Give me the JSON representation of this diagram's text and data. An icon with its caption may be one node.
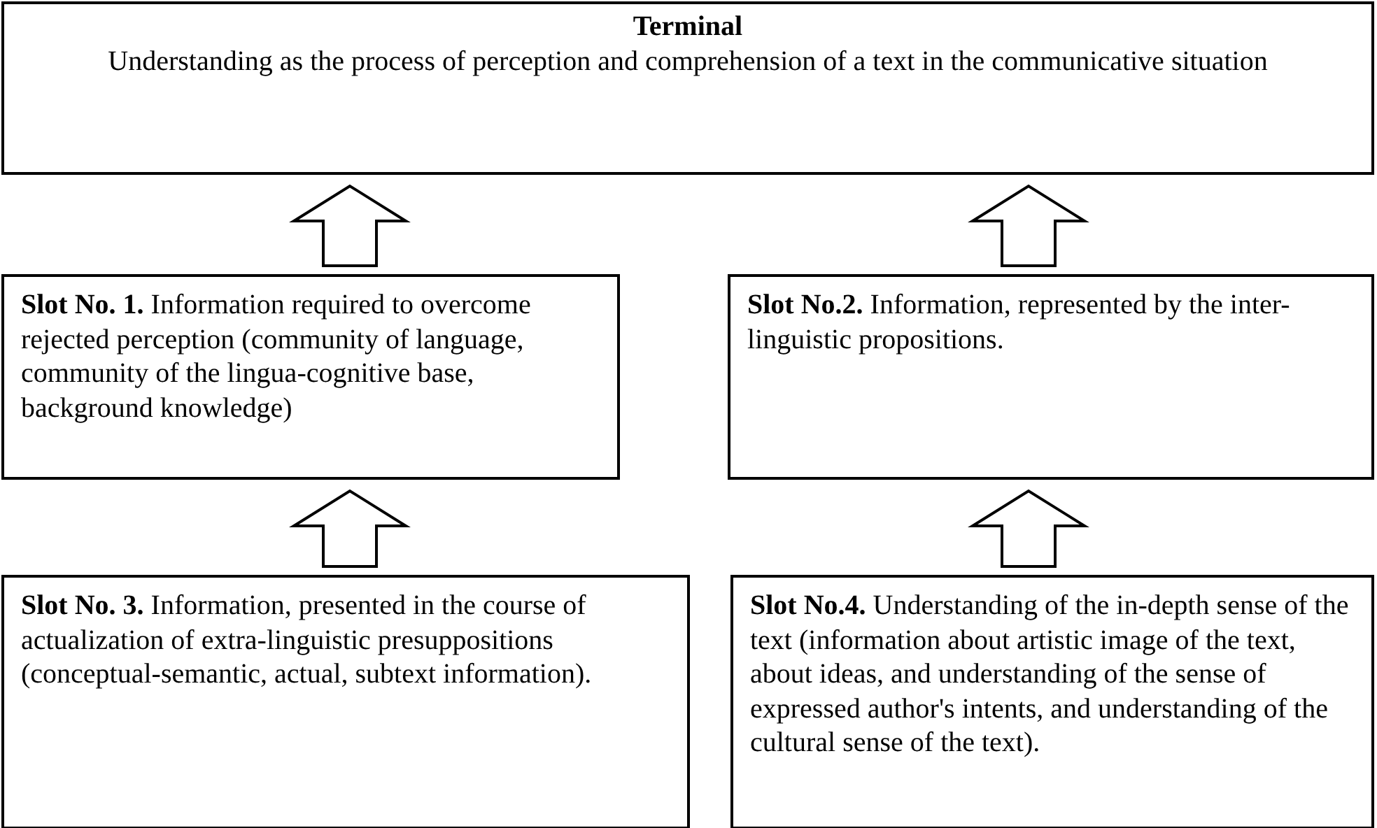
{
  "diagram": {
    "nodes": [
      {
        "text": [
          "Terminal",
          "Understanding as the process of perception and comprehension of a text in the communicative situation"
        ]
      },
      {
        "text": [
          "**Slot No. 1.** Information required to overcome rejected perception (community of language, community of the lingua-cognitive base, background knowledge)"
        ]
      },
      {
        "text": [
          "**Slot No.2.** Information, represented by the inter-linguistic propositions."
        ]
      },
      {
        "text": [
          "**Slot No. 3.** Information, presented in the course of actualization of extra-linguistic presuppositions (conceptual-semantic, actual, subtext information)."
        ]
      },
      {
        "text": [
          "**Slot No.4.** Understanding of the in-depth sense of the text (information about artistic image of the text, about ideas, and understanding of the sense of expressed author's intents, and understanding of the cultural sense of the text)."
        ]
      }
    ],
    "edges": [
      {
        "from": 1,
        "to": 0,
        "arrow": "to"
      },
      {
        "from": 2,
        "to": 0,
        "arrow": "to"
      },
      {
        "from": 3,
        "to": 1,
        "arrow": "to"
      },
      {
        "from": 4,
        "to": 2,
        "arrow": "to"
      }
    ]
  }
}
